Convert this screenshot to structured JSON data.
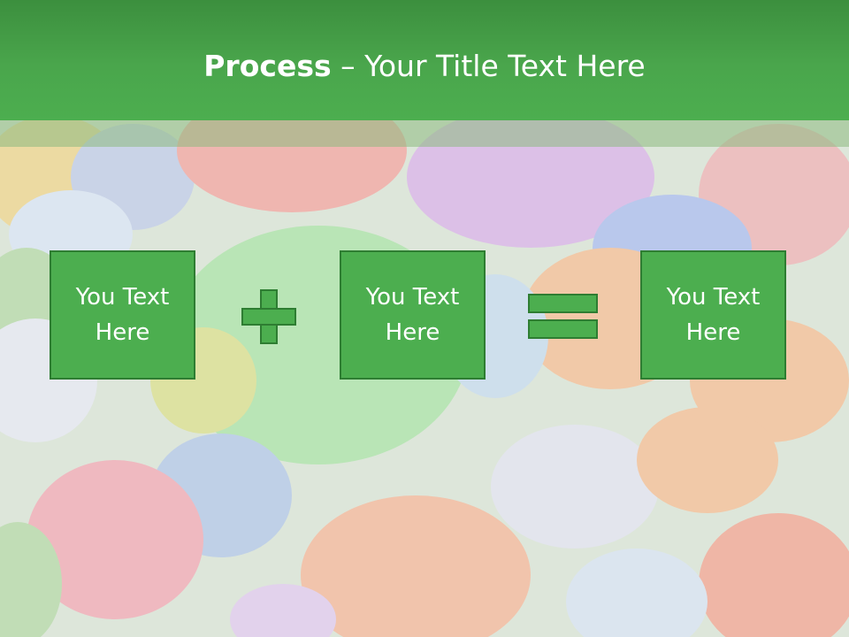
{
  "slide": {
    "title_bold": "Process",
    "title_rest": " – Your Title Text Here"
  },
  "steps": [
    {
      "line1": "You Text",
      "line2": "Here"
    },
    {
      "line1": "You Text",
      "line2": "Here"
    },
    {
      "line1": "You Text",
      "line2": "Here"
    }
  ],
  "operators": [
    "plus-icon",
    "equals-icon"
  ],
  "colors": {
    "header": "#4cae4f",
    "box_fill": "#4cae4f",
    "box_border": "#2e7d32",
    "text": "#ffffff"
  }
}
